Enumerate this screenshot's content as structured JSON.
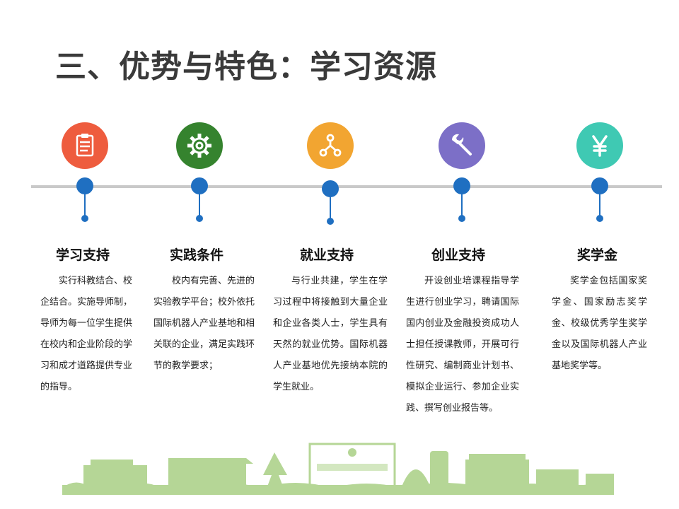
{
  "title": "三、优势与特色：学习资源",
  "colors": {
    "line": "#c9c9c9",
    "node": "#1f6fc1",
    "icon1": "#ee5c3e",
    "icon2": "#35832e",
    "icon3": "#f2a531",
    "icon4": "#7c6fc7",
    "icon5": "#3fc9b3",
    "footer": "#a9cf84"
  },
  "columns": [
    {
      "icon": "clipboard-icon",
      "title": "学习支持",
      "desc": "实行科教结合、校企结合。实施导师制，导师为每一位学生提供在校内和企业阶段的学习和成才道路提供专业的指导。"
    },
    {
      "icon": "gear-icon",
      "title": "实践条件",
      "desc": "校内有完善、先进的实验教学平台；校外依托国际机器人产业基地和相关联的企业，满足实践环节的教学要求；"
    },
    {
      "icon": "network-icon",
      "title": "就业支持",
      "desc": "与行业共建，学生在学习过程中将接触到大量企业和企业各类人士，学生具有天然的就业优势。国际机器人产业基地优先接纳本院的学生就业。"
    },
    {
      "icon": "wrench-icon",
      "title": "创业支持",
      "desc": "开设创业培课程指导学生进行创业学习，聘请国际国内创业及金融投资成功人士担任授课教师，开展可行性研究、编制商业计划书、模拟企业运行、参加企业实践、撰写创业报告等。"
    },
    {
      "icon": "yen-icon",
      "title": "奖学金",
      "desc": "奖学金包括国家奖学金、国家励志奖学金、校级优秀学生奖学金以及国际机器人产业基地奖学等。"
    }
  ]
}
